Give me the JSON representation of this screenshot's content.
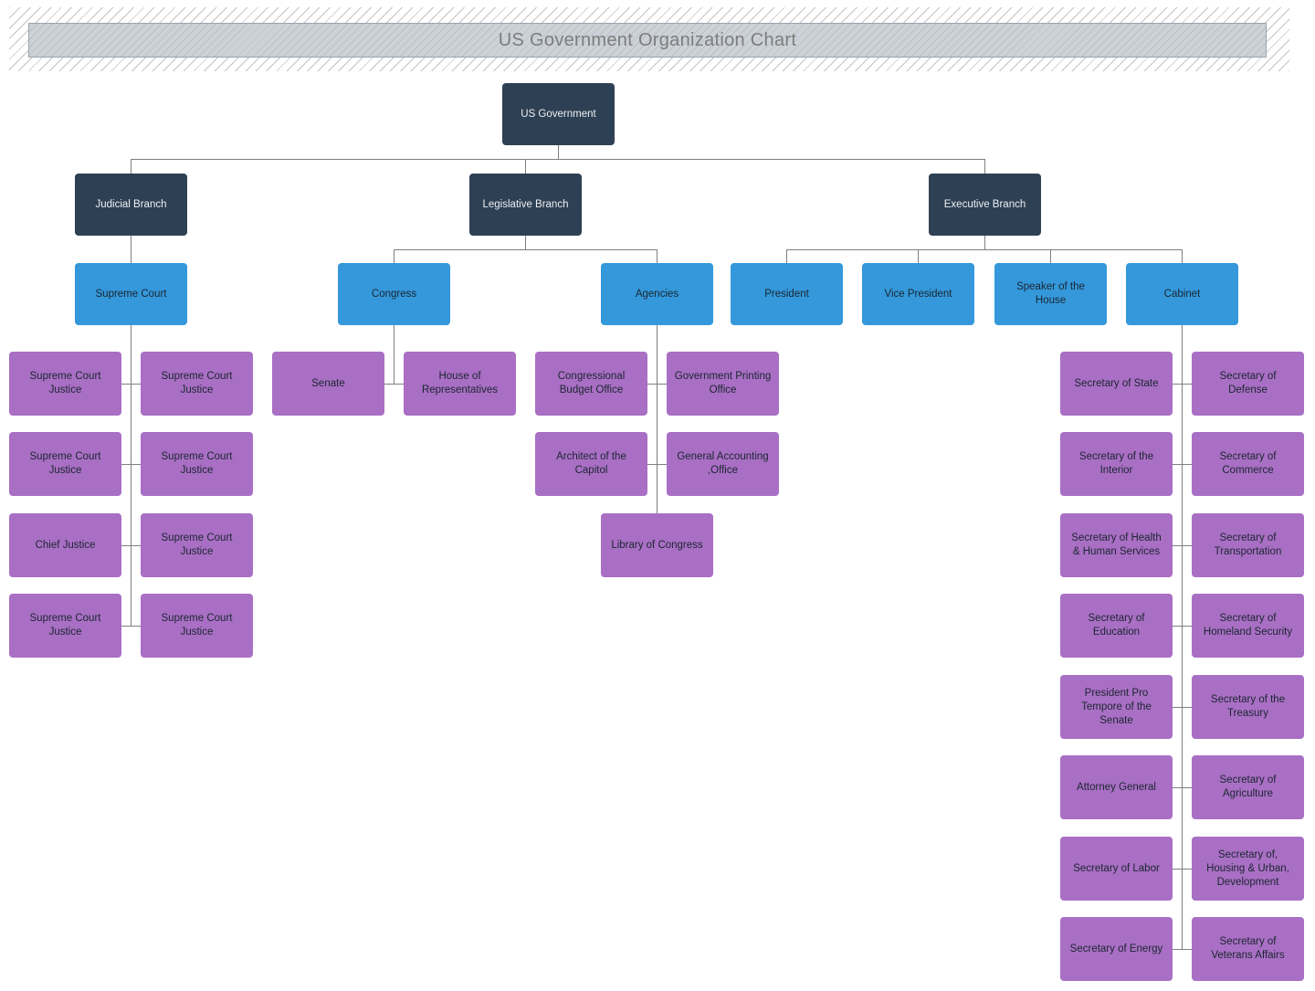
{
  "title": "US Government Organization Chart",
  "colors": {
    "branch-fill": "#2e4053",
    "branch-text": "#edf1f4",
    "level2-fill": "#3498db",
    "leaf-fill": "#a96fc4",
    "node-text": "#1b2631",
    "connector": "#7f7f7f",
    "banner-fill": "#ccd2d7",
    "banner-border": "#9aa3ab",
    "title-text": "#7d7d7d",
    "hatch-line": "#c3c3c3"
  },
  "nodes": {
    "us_government": "US Government",
    "judicial_branch": "Judicial Branch",
    "legislative_branch": "Legislative Branch",
    "executive_branch": "Executive Branch",
    "supreme_court": "Supreme Court",
    "congress": "Congress",
    "agencies": "Agencies",
    "president": "President",
    "vice_president": "Vice President",
    "speaker_of_the_house": "Speaker of the House",
    "cabinet": "Cabinet",
    "justices": [
      "Supreme Court Justice",
      "Supreme Court Justice",
      "Supreme Court Justice",
      "Supreme Court Justice",
      "Chief Justice",
      "Supreme Court Justice",
      "Supreme Court Justice",
      "Supreme Court Justice"
    ],
    "congress_children": [
      "Senate",
      "House of Representatives"
    ],
    "agencies_children": [
      "Congressional Budget Office",
      "Government Printing Office",
      "Architect of the Capitol",
      "General Accounting ,Office",
      "Library of Congress"
    ],
    "cabinet_children": [
      "Secretary of State",
      "Secretary of Defense",
      "Secretary of the Interior",
      "Secretary of Commerce",
      "Secretary of Health & Human Services",
      "Secretary of Transportation",
      "Secretary of Education",
      "Secretary of Homeland Security",
      "President Pro Tempore of the Senate",
      "Secretary of the Treasury",
      "Attorney General",
      "Secretary of Agriculture",
      "Secretary of Labor",
      "Secretary of, Housing & Urban, Development",
      "Secretary of Energy",
      "Secretary of Veterans Affairs"
    ]
  }
}
